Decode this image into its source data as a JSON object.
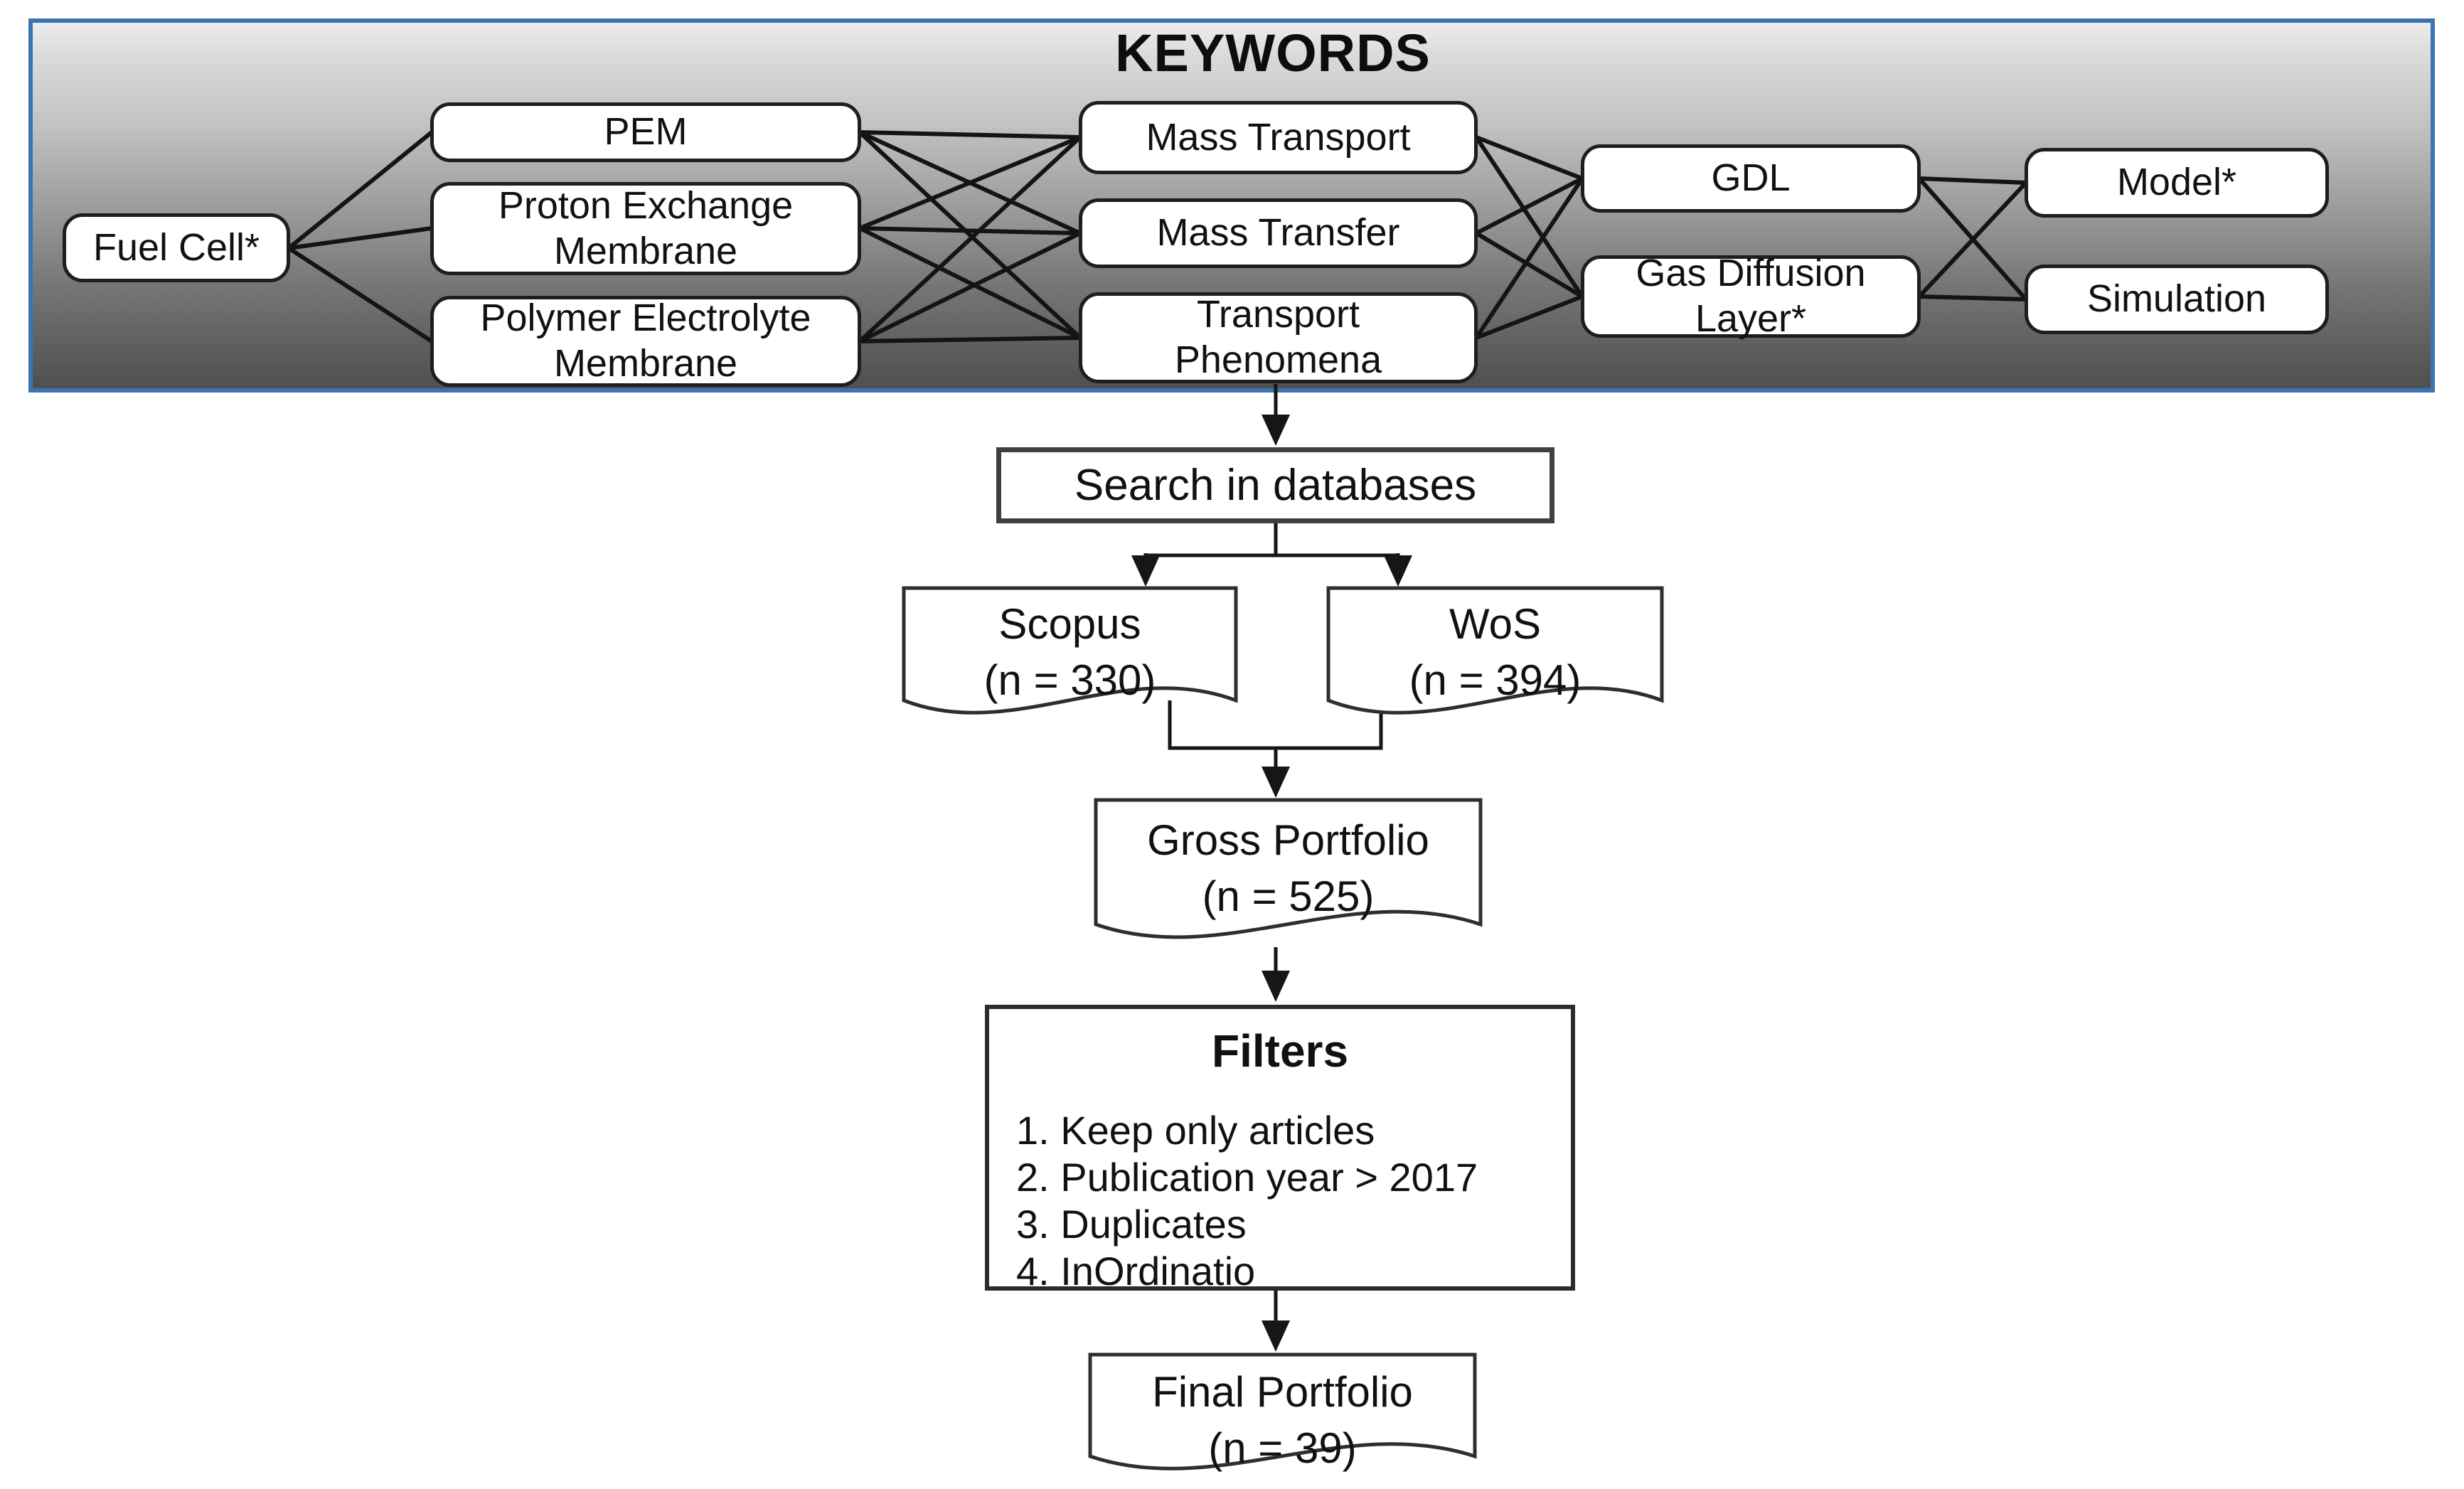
{
  "banner": {
    "title": "KEYWORDS"
  },
  "keywords": {
    "fuel_cell": "Fuel Cell*",
    "pem": "PEM",
    "proton_exchange_membrane": "Proton Exchange\nMembrane",
    "polymer_electrolyte_membrane": "Polymer Electrolyte\nMembrane",
    "mass_transport": "Mass Transport",
    "mass_transfer": "Mass Transfer",
    "transport_phenomena": "Transport\nPhenomena",
    "gdl": "GDL",
    "gas_diffusion_layer": "Gas Diffusion\nLayer*",
    "model": "Model*",
    "simulation": "Simulation"
  },
  "flow": {
    "search": "Search in databases",
    "scopus": {
      "name": "Scopus",
      "count": "(n = 330)"
    },
    "wos": {
      "name": "WoS",
      "count": "(n = 394)"
    },
    "gross_portfolio": {
      "name": "Gross Portfolio",
      "count": "(n = 525)"
    },
    "filters": {
      "title": "Filters",
      "items": [
        "1. Keep only articles",
        "2. Publication year > 2017",
        "3. Duplicates",
        "4. InOrdinatio"
      ]
    },
    "final_portfolio": {
      "name": "Final Portfolio",
      "count": "(n = 39)"
    }
  },
  "colors": {
    "banner_border": "#3a74b2",
    "connector_line": "#141414",
    "flow_line": "#161616",
    "box_border": "#1e1e1e"
  }
}
